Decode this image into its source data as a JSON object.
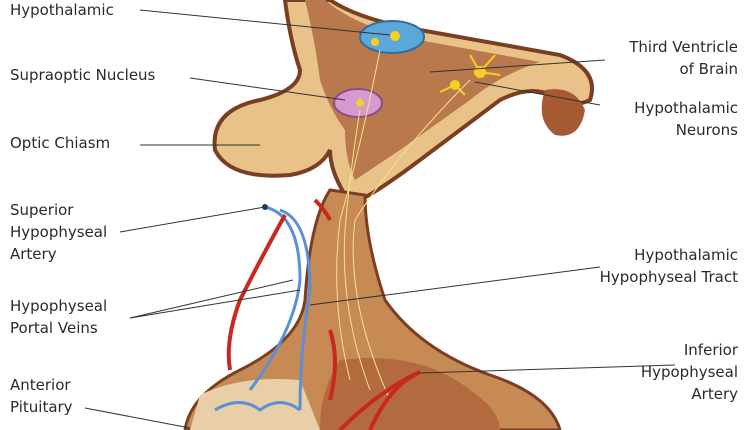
{
  "labels": {
    "hypothalamic": "Hypothalamic",
    "supraoptic_nucleus": "Supraoptic Nucleus",
    "optic_chiasm": "Optic Chiasm",
    "superior_hypophyseal_artery": [
      "Superior",
      "Hypophyseal",
      "Artery"
    ],
    "hypophyseal_portal_veins": [
      "Hypophyseal",
      "Portal Veins"
    ],
    "anterior_pituitary": [
      "Anterior",
      "Pituitary"
    ],
    "third_ventricle": [
      "Third Ventricle",
      "of Brain"
    ],
    "hypothalamic_neurons": [
      "Hypothalamic",
      "Neurons"
    ],
    "hypothalamic_hypophyseal_tract": [
      "Hypothalamic",
      "Hypophyseal Tract"
    ],
    "inferior_hypophyseal_artery": [
      "Inferior",
      "Hypophyseal",
      "Artery"
    ]
  },
  "colors": {
    "tissue_light": "#e9c28a",
    "tissue_mid": "#b9794c",
    "tissue_dark": "#7a3f22",
    "artery": "#c8281e",
    "vein": "#5b8fd6",
    "nucleus_blue": "#5aa7d8",
    "nucleus_pink": "#d79ad0",
    "neuron": "#f5d020"
  }
}
